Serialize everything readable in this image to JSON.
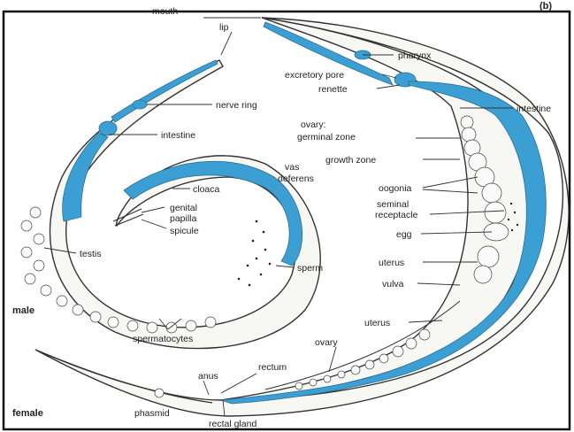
{
  "diagram": {
    "header_text": "(b)",
    "labels": {
      "mouth": "mouth",
      "lip": "lip",
      "pharynx": "pharynx",
      "excretory_pore": "excretory pore",
      "renette": "renette",
      "intestine_right": "intestine",
      "nerve_ring": "nerve ring",
      "intestine_left": "intestine",
      "ovary_germinal": "ovary:",
      "germinal_zone": "germinal zone",
      "growth_zone": "growth zone",
      "vas_deferens_1": "vas",
      "vas_deferens_2": "deferens",
      "cloaca": "cloaca",
      "oogonia": "oogonia",
      "genital_papilla_1": "genital",
      "genital_papilla_2": "papilla",
      "seminal_1": "seminal",
      "seminal_2": "receptacle",
      "spicule": "spicule",
      "egg": "egg",
      "testis": "testis",
      "uterus_upper": "uterus",
      "sperm": "sperm",
      "vulva": "vulva",
      "male": "male",
      "uterus_lower": "uterus",
      "spermatocytes": "spermatocytes",
      "ovary_lower": "ovary",
      "anus": "anus",
      "rectum": "rectum",
      "female": "female",
      "phasmid": "phasmid",
      "rectal_gland": "rectal gland"
    }
  },
  "colors": {
    "tissue_blue": "#3c9fd3",
    "outline": "#333333",
    "frame": "#111111"
  }
}
